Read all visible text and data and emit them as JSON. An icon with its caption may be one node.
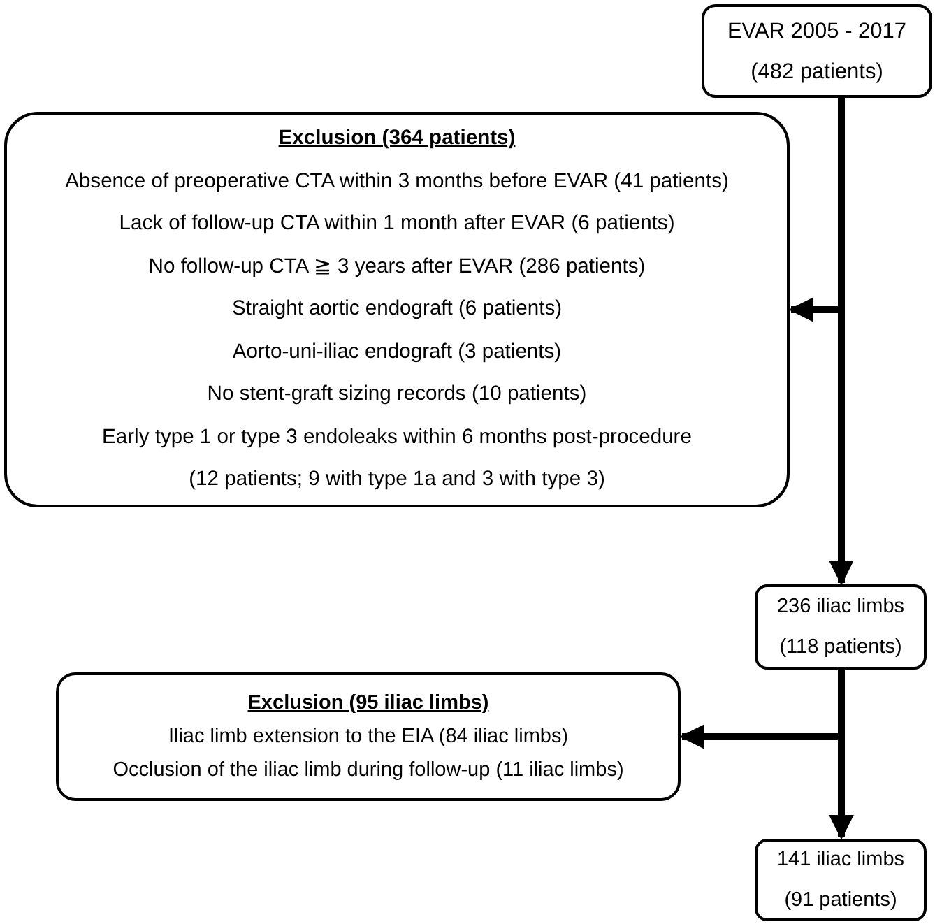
{
  "diagram": {
    "nodes": [
      {
        "text": [
          "EVAR 2005 - 2017",
          "(482 patients)"
        ]
      },
      {
        "text": [
          "Exclusion (364 patients)",
          "Absence of preoperative CTA within 3 months before EVAR (41 patients)",
          "Lack of follow-up CTA within 1 month after EVAR (6 patients)",
          "No follow-up CTA ≧ 3 years after EVAR (286 patients)",
          "Straight aortic endograft (6 patients)",
          "Aorto-uni-iliac endograft (3 patients)",
          "No stent-graft sizing records (10 patients)",
          "Early type 1 or type 3 endoleaks within 6 months post-procedure (12 patients; 9 with type 1a and 3 with type 3)"
        ]
      },
      {
        "text": [
          "236 iliac limbs",
          "(118 patients)"
        ]
      },
      {
        "text": [
          "Exclusion (95 iliac limbs)",
          "Iliac limb extension to the EIA (84 iliac limbs)",
          "Occlusion of the iliac limb during follow-up (11 iliac limbs)"
        ]
      },
      {
        "text": [
          "141 iliac limbs",
          "(91 patients)"
        ]
      }
    ],
    "edges": [
      {
        "from": 0,
        "to": 2,
        "arrow": "to"
      },
      {
        "from": 0,
        "to": 1,
        "arrow": "to"
      },
      {
        "from": 2,
        "to": 4,
        "arrow": "to"
      },
      {
        "from": 2,
        "to": 3,
        "arrow": "to"
      }
    ]
  }
}
